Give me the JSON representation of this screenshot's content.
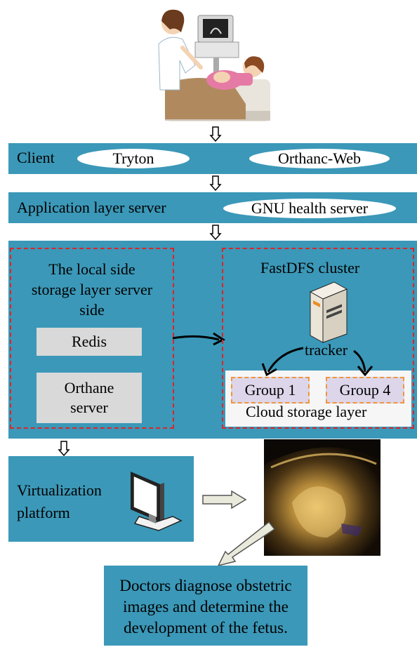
{
  "client": {
    "label": "Client",
    "tryton": "Tryton",
    "orthanc_web": "Orthanc-Web"
  },
  "app_layer": {
    "label": "Application layer server",
    "gnu": "GNU health server"
  },
  "local_storage": {
    "title_lines": [
      "The local side",
      "storage layer server",
      "side"
    ],
    "redis": "Redis",
    "orthane_lines": [
      "Orthane",
      "server"
    ]
  },
  "fastdfs": {
    "title": "FastDFS cluster",
    "tracker": "tracker",
    "group1": "Group 1",
    "group4": "Group 4",
    "cloud": "Cloud storage layer"
  },
  "virtualization": {
    "lines": [
      "Virtualization",
      "platform"
    ]
  },
  "doctors": {
    "lines": [
      "Doctors diagnose obstetric",
      "images and determine the",
      "development of the fetus."
    ]
  },
  "colors": {
    "panel": "#3b98b8",
    "dash": "#d9262b",
    "group_dash": "#f0953a",
    "group_fill": "#ddd6ea"
  }
}
